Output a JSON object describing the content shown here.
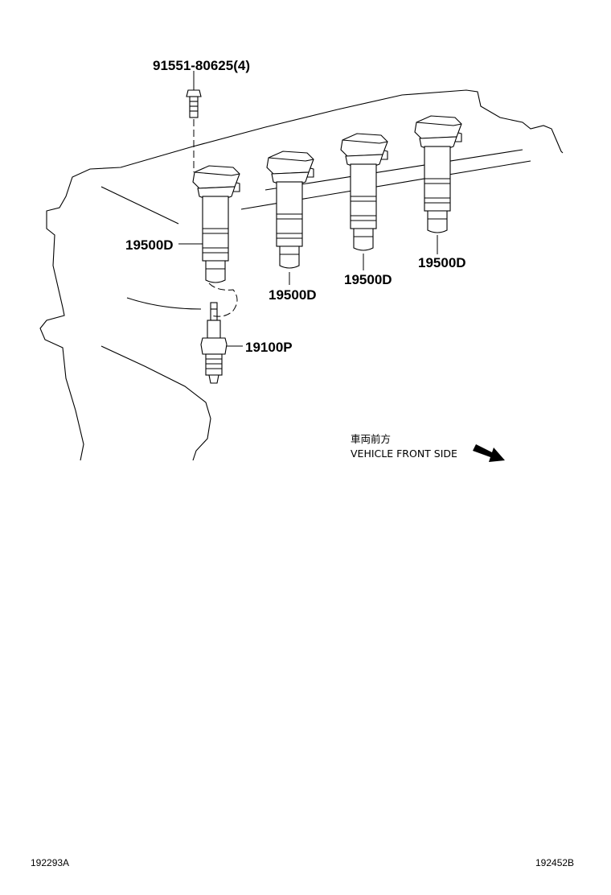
{
  "callouts": {
    "bolt": "91551-80625(4)",
    "coil_1": "19500D",
    "coil_2": "19500D",
    "coil_3": "19500D",
    "coil_4": "19500D",
    "spark_plug": "19100P"
  },
  "direction_note": {
    "japanese": "車両前方",
    "english": "VEHICLE FRONT SIDE"
  },
  "footer": {
    "left_code": "192293A",
    "right_code": "192452B"
  }
}
